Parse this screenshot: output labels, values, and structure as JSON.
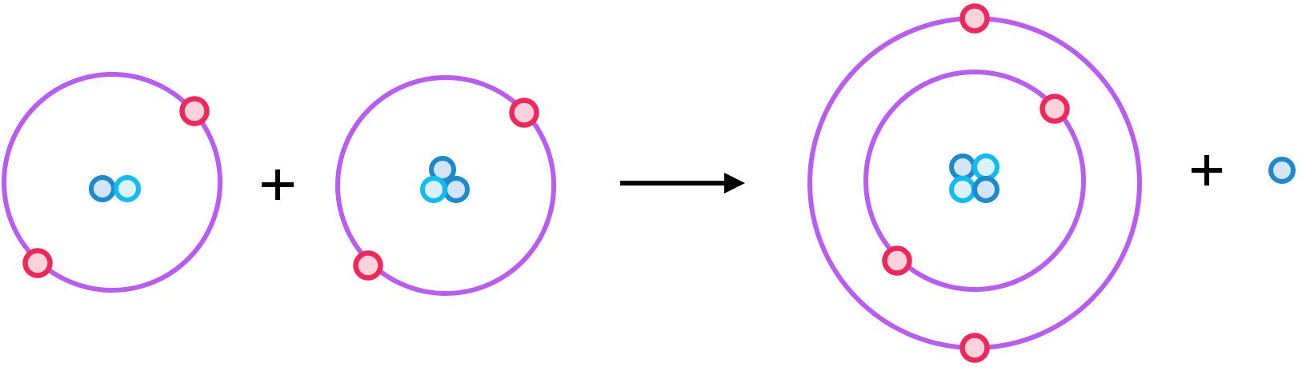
{
  "colors": {
    "orbit": "#B85CF2",
    "electron_stroke": "#F0285A",
    "electron_fill": "#FCD3DD",
    "neutron_stroke": "#1C8ACB",
    "neutron_fill": "#D3E4F4",
    "proton_stroke": "#10BDF2",
    "proton_fill": "#DDF1FB",
    "symbol": "#000000"
  },
  "reactants": [
    {
      "particle": "atom",
      "orbits": 1,
      "electrons": 2,
      "nucleus": [
        "neutron",
        "proton"
      ]
    },
    {
      "particle": "atom",
      "orbits": 1,
      "electrons": 2,
      "nucleus": [
        "neutron",
        "neutron",
        "proton"
      ]
    }
  ],
  "products": [
    {
      "particle": "atom",
      "orbits": 2,
      "electrons": 4,
      "nucleus": [
        "neutron",
        "proton",
        "proton",
        "neutron"
      ]
    },
    {
      "particle": "neutron",
      "count": 1
    }
  ],
  "symbols": [
    "plus",
    "arrow",
    "plus"
  ]
}
